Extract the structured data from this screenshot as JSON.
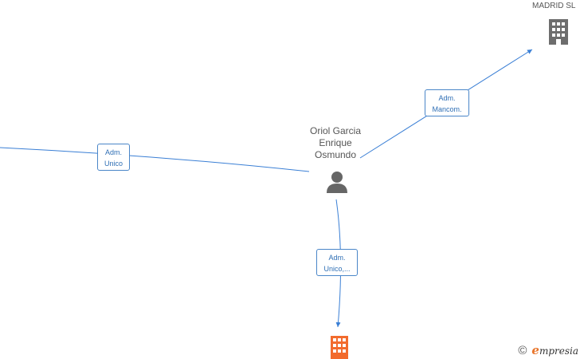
{
  "nodes": {
    "person": {
      "name_lines": [
        "Oriol Garcia",
        "Enrique",
        "Osmundo"
      ]
    },
    "company_top": {
      "label": "MADRID  SL"
    }
  },
  "edges": {
    "left": {
      "label_lines": [
        "Adm.",
        "Unico"
      ]
    },
    "top_right": {
      "label_lines": [
        "Adm.",
        "Mancom."
      ]
    },
    "bottom": {
      "label_lines": [
        "Adm.",
        "Unico,..."
      ]
    }
  },
  "footer": {
    "copyright_symbol": "©",
    "brand_initial": "e",
    "brand_rest": "mpresia"
  },
  "colors": {
    "edge": "#3a7fd5",
    "person_icon": "#666666",
    "company_icon_gray": "#6d6d6d",
    "company_icon_orange": "#f26b2d"
  }
}
